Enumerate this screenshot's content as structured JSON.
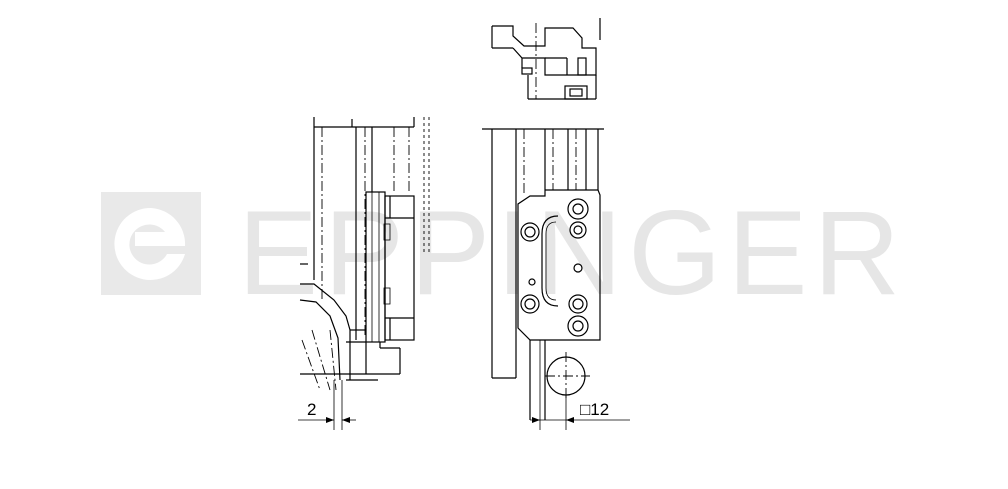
{
  "watermark": {
    "brand": "EPPINGER",
    "color": "#e6e6e6"
  },
  "dimensions": {
    "left_gap": "2",
    "right_square": "□12"
  },
  "icons": {
    "logo": "eppinger-logo-icon"
  }
}
